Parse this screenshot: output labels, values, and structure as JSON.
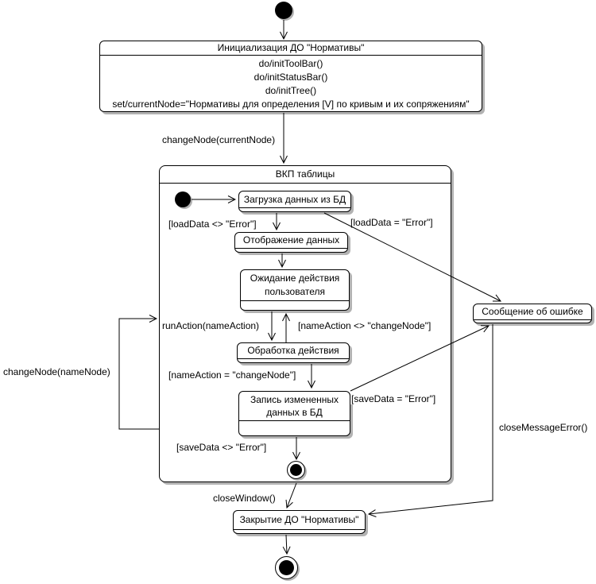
{
  "diagram": {
    "type": "uml-state-machine",
    "colors": {
      "stroke": "#000000",
      "fill": "#ffffff",
      "shadow": "#b2b2b2",
      "background": "#ffffff"
    },
    "states": {
      "init": {
        "title": "Инициализация ДО \"Нормативы\"",
        "actions": [
          "do/initToolBar()",
          "do/initStatusBar()",
          "do/initTree()",
          "set/currentNode=\"Нормативы для определения [V] по кривым и их сопряжениям\""
        ]
      },
      "composite": {
        "title": "ВКП таблицы"
      },
      "load": {
        "title": "Загрузка данных из БД"
      },
      "display": {
        "title": "Отображение данных"
      },
      "wait": {
        "title": "Ожидание действия пользователя"
      },
      "process": {
        "title": "Обработка действия"
      },
      "save": {
        "title": "Запись измененных данных в БД"
      },
      "error_message": {
        "title": "Сообщение об ошибке"
      },
      "close": {
        "title": "Закрытие ДО \"Нормативы\""
      }
    },
    "transitions": {
      "change_node_current": "changeNode(currentNode)",
      "load_ok": "[loadData <> \"Error\"]",
      "load_error": "[loadData = \"Error\"]",
      "run_action": "runAction(nameAction)",
      "action_not_change_node": "[nameAction <> \"changeNode\"]",
      "action_change_node": "[nameAction = \"changeNode\"]",
      "save_error": "[saveData = \"Error\"]",
      "save_ok": "[saveData <> \"Error\"]",
      "close_window": "closeWindow()",
      "close_message_error": "closeMessageError()",
      "change_node_name": "changeNode(nameNode)"
    }
  }
}
